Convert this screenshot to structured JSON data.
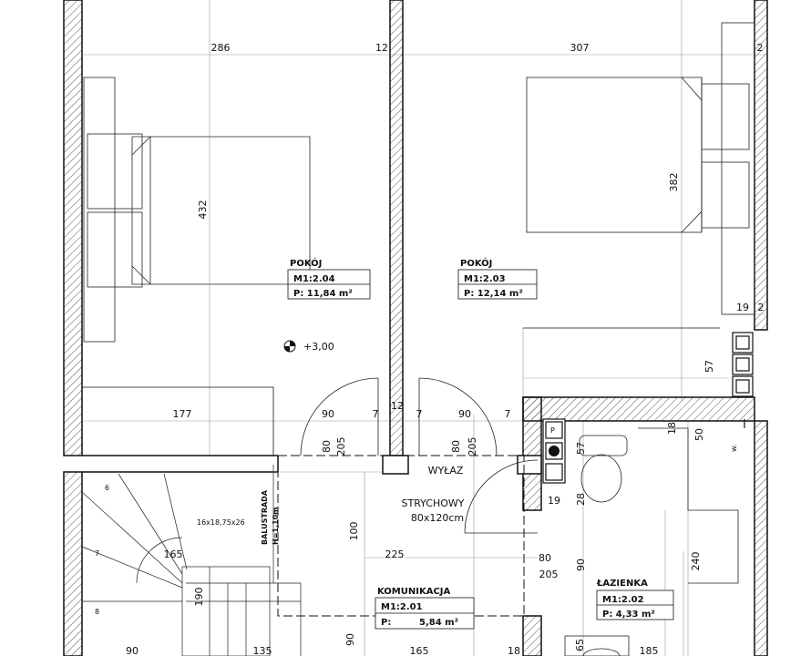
{
  "rooms": [
    {
      "name": "POKÓJ",
      "id": "M1:2.04",
      "area": "P: 11,84 m²"
    },
    {
      "name": "POKÓJ",
      "id": "M1:2.03",
      "area": "P: 12,14 m²"
    },
    {
      "name": "KOMUNIKACJA",
      "id": "M1:2.01",
      "area_label": "P:",
      "area_value": "5,84 m²"
    },
    {
      "name": "ŁAZIENKA",
      "id": "M1:2.02",
      "area": "P: 4,33 m²"
    }
  ],
  "level_mark": "+3,00",
  "hatch": {
    "line1": "WYŁAZ",
    "line2": "STRYCHOWY",
    "line3": "80x120cm"
  },
  "stairs": {
    "balustrade_1": "BALUSTRADA",
    "balustrade_2": "H=1,10m",
    "steps": "16x18,75x26",
    "numbers": [
      "6",
      "7",
      "8"
    ]
  },
  "vent_label": "P",
  "window_label": "w.",
  "dims": {
    "top_left": "286",
    "top_mid": "12",
    "top_right": "307",
    "top_edge": "2",
    "left_room_height": "432",
    "right_room_height": "382",
    "d19a": "19",
    "d2a": "2",
    "d57a": "57",
    "d177": "177",
    "d90a": "90",
    "d7a": "7",
    "d12b": "12",
    "d7b": "7",
    "d90b": "90",
    "d7c": "7",
    "d80a": "80",
    "d205a": "205",
    "d80b": "80",
    "d205b": "205",
    "d18a": "18",
    "d50": "50",
    "d57b": "57",
    "d28": "28",
    "d19b": "19",
    "d100": "100",
    "d165a": "165",
    "d225": "225",
    "d80c": "80",
    "d205c": "205",
    "d90c": "90",
    "d240": "240",
    "d190": "190",
    "b90": "90",
    "b135": "135",
    "b165": "165",
    "b18": "18",
    "b185": "185",
    "b90v": "90",
    "b65": "65"
  }
}
